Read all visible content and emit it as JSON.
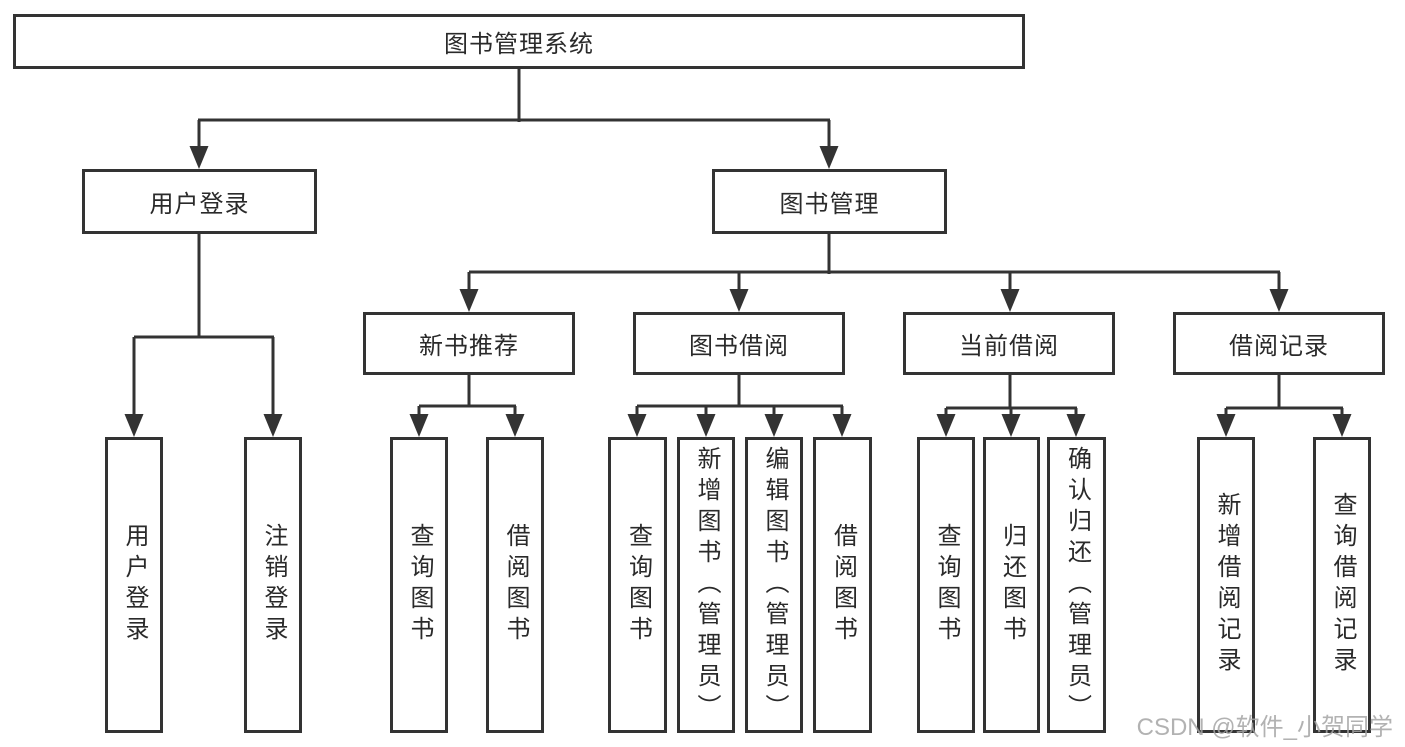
{
  "diagram_title": "图书管理系统",
  "root": {
    "label": "图书管理系统"
  },
  "branches": [
    {
      "label": "用户登录",
      "children": [
        {
          "label": "用户登录"
        },
        {
          "label": "注销登录"
        }
      ]
    },
    {
      "label": "图书管理",
      "children": [
        {
          "label": "新书推荐",
          "children": [
            {
              "label": "查询图书"
            },
            {
              "label": "借阅图书"
            }
          ]
        },
        {
          "label": "图书借阅",
          "children": [
            {
              "label": "查询图书"
            },
            {
              "label": "新增图书（管理员）"
            },
            {
              "label": "编辑图书（管理员）"
            },
            {
              "label": "借阅图书"
            }
          ]
        },
        {
          "label": "当前借阅",
          "children": [
            {
              "label": "查询图书"
            },
            {
              "label": "归还图书"
            },
            {
              "label": "确认归还（管理员）"
            }
          ]
        },
        {
          "label": "借阅记录",
          "children": [
            {
              "label": "新增借阅记录"
            },
            {
              "label": "查询借阅记录"
            }
          ]
        }
      ]
    }
  ],
  "watermark": {
    "text": "CSDN @软件_小贺同学"
  },
  "colors": {
    "line": "#333333",
    "text": "#2a2a2a",
    "background": "#ffffff",
    "watermark": "#a5a5a5"
  }
}
